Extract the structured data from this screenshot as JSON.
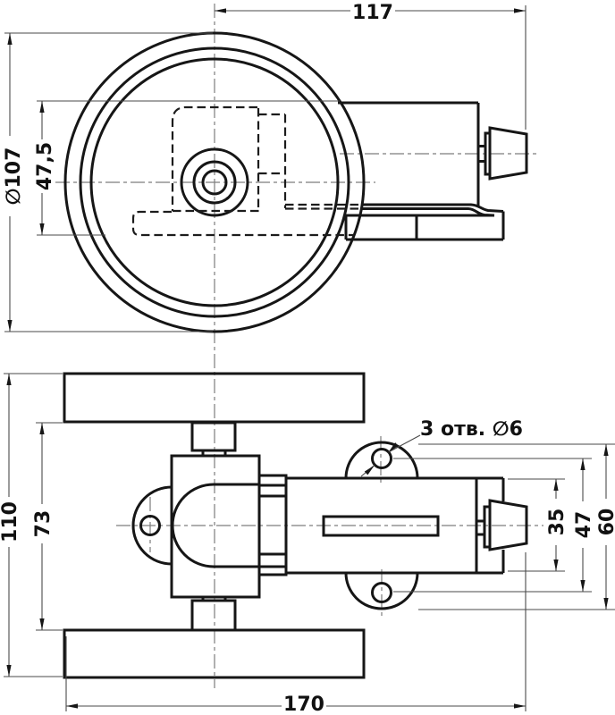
{
  "labels": {
    "dim_117": "117",
    "dim_diameter_107": "∅107",
    "dim_47_5": "47,5",
    "dim_110": "110",
    "dim_73": "73",
    "dim_170": "170",
    "dim_35": "35",
    "dim_47": "47",
    "dim_60": "60",
    "holes_callout": "3 отв. ∅6"
  },
  "colors": {
    "outline": "#161616",
    "thin_line": "#4a4a4a",
    "centerline": "#7d7d7d",
    "background": "#ffffff"
  }
}
